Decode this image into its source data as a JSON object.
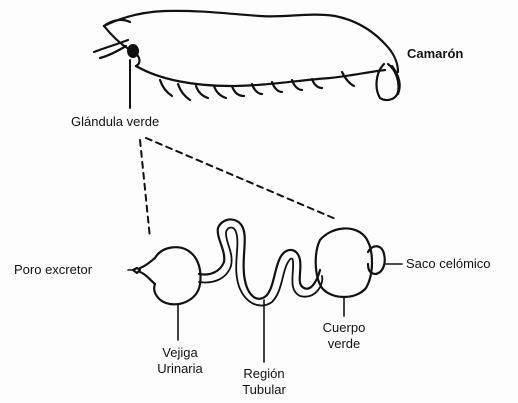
{
  "labels": {
    "shrimp": "Camarón",
    "green_gland": "Glándula verde",
    "excretory_pore": "Poro excretor",
    "coelomic_sac": "Saco celómico",
    "bladder_line1": "Vejiga",
    "bladder_line2": "Urinaria",
    "tubular_line1": "Región",
    "tubular_line2": "Tubular",
    "green_body_line1": "Cuerpo",
    "green_body_line2": "verde"
  }
}
